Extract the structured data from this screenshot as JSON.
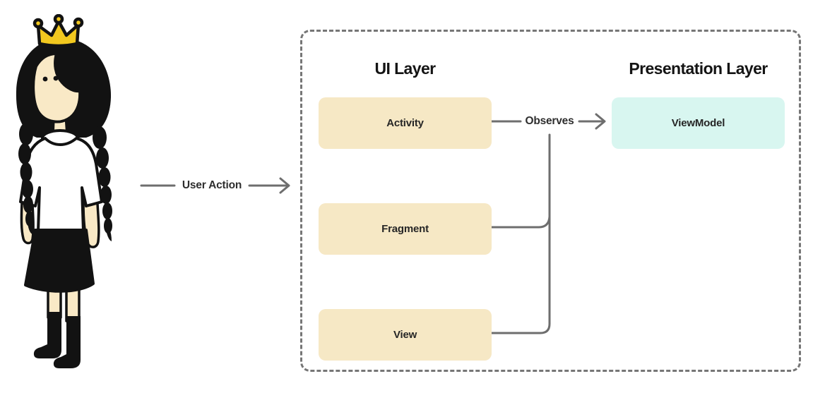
{
  "diagram": {
    "ui_layer": {
      "title": "UI Layer",
      "boxes": [
        {
          "label": "Activity"
        },
        {
          "label": "Fragment"
        },
        {
          "label": "View"
        }
      ]
    },
    "presentation_layer": {
      "title": "Presentation Layer",
      "boxes": [
        {
          "label": "ViewModel"
        }
      ]
    },
    "edges": {
      "user_action_label": "User Action",
      "observes_label": "Observes"
    },
    "colors": {
      "ui_box_bg": "#F6E8C5",
      "presentation_box_bg": "#D8F6F0",
      "connector": "#6E6E6E",
      "boundary": "#767676",
      "heading_text": "#141414",
      "box_text": "#262626",
      "edge_label_text": "#2E2E2E"
    }
  },
  "character": {
    "description": "princess-girl-illustration",
    "colors": {
      "crown": "#F2C81F",
      "skin": "#F9E9C6",
      "hair": "#121212",
      "shirt": "#FFFFFF",
      "skirt": "#121212",
      "outline": "#121212"
    }
  }
}
